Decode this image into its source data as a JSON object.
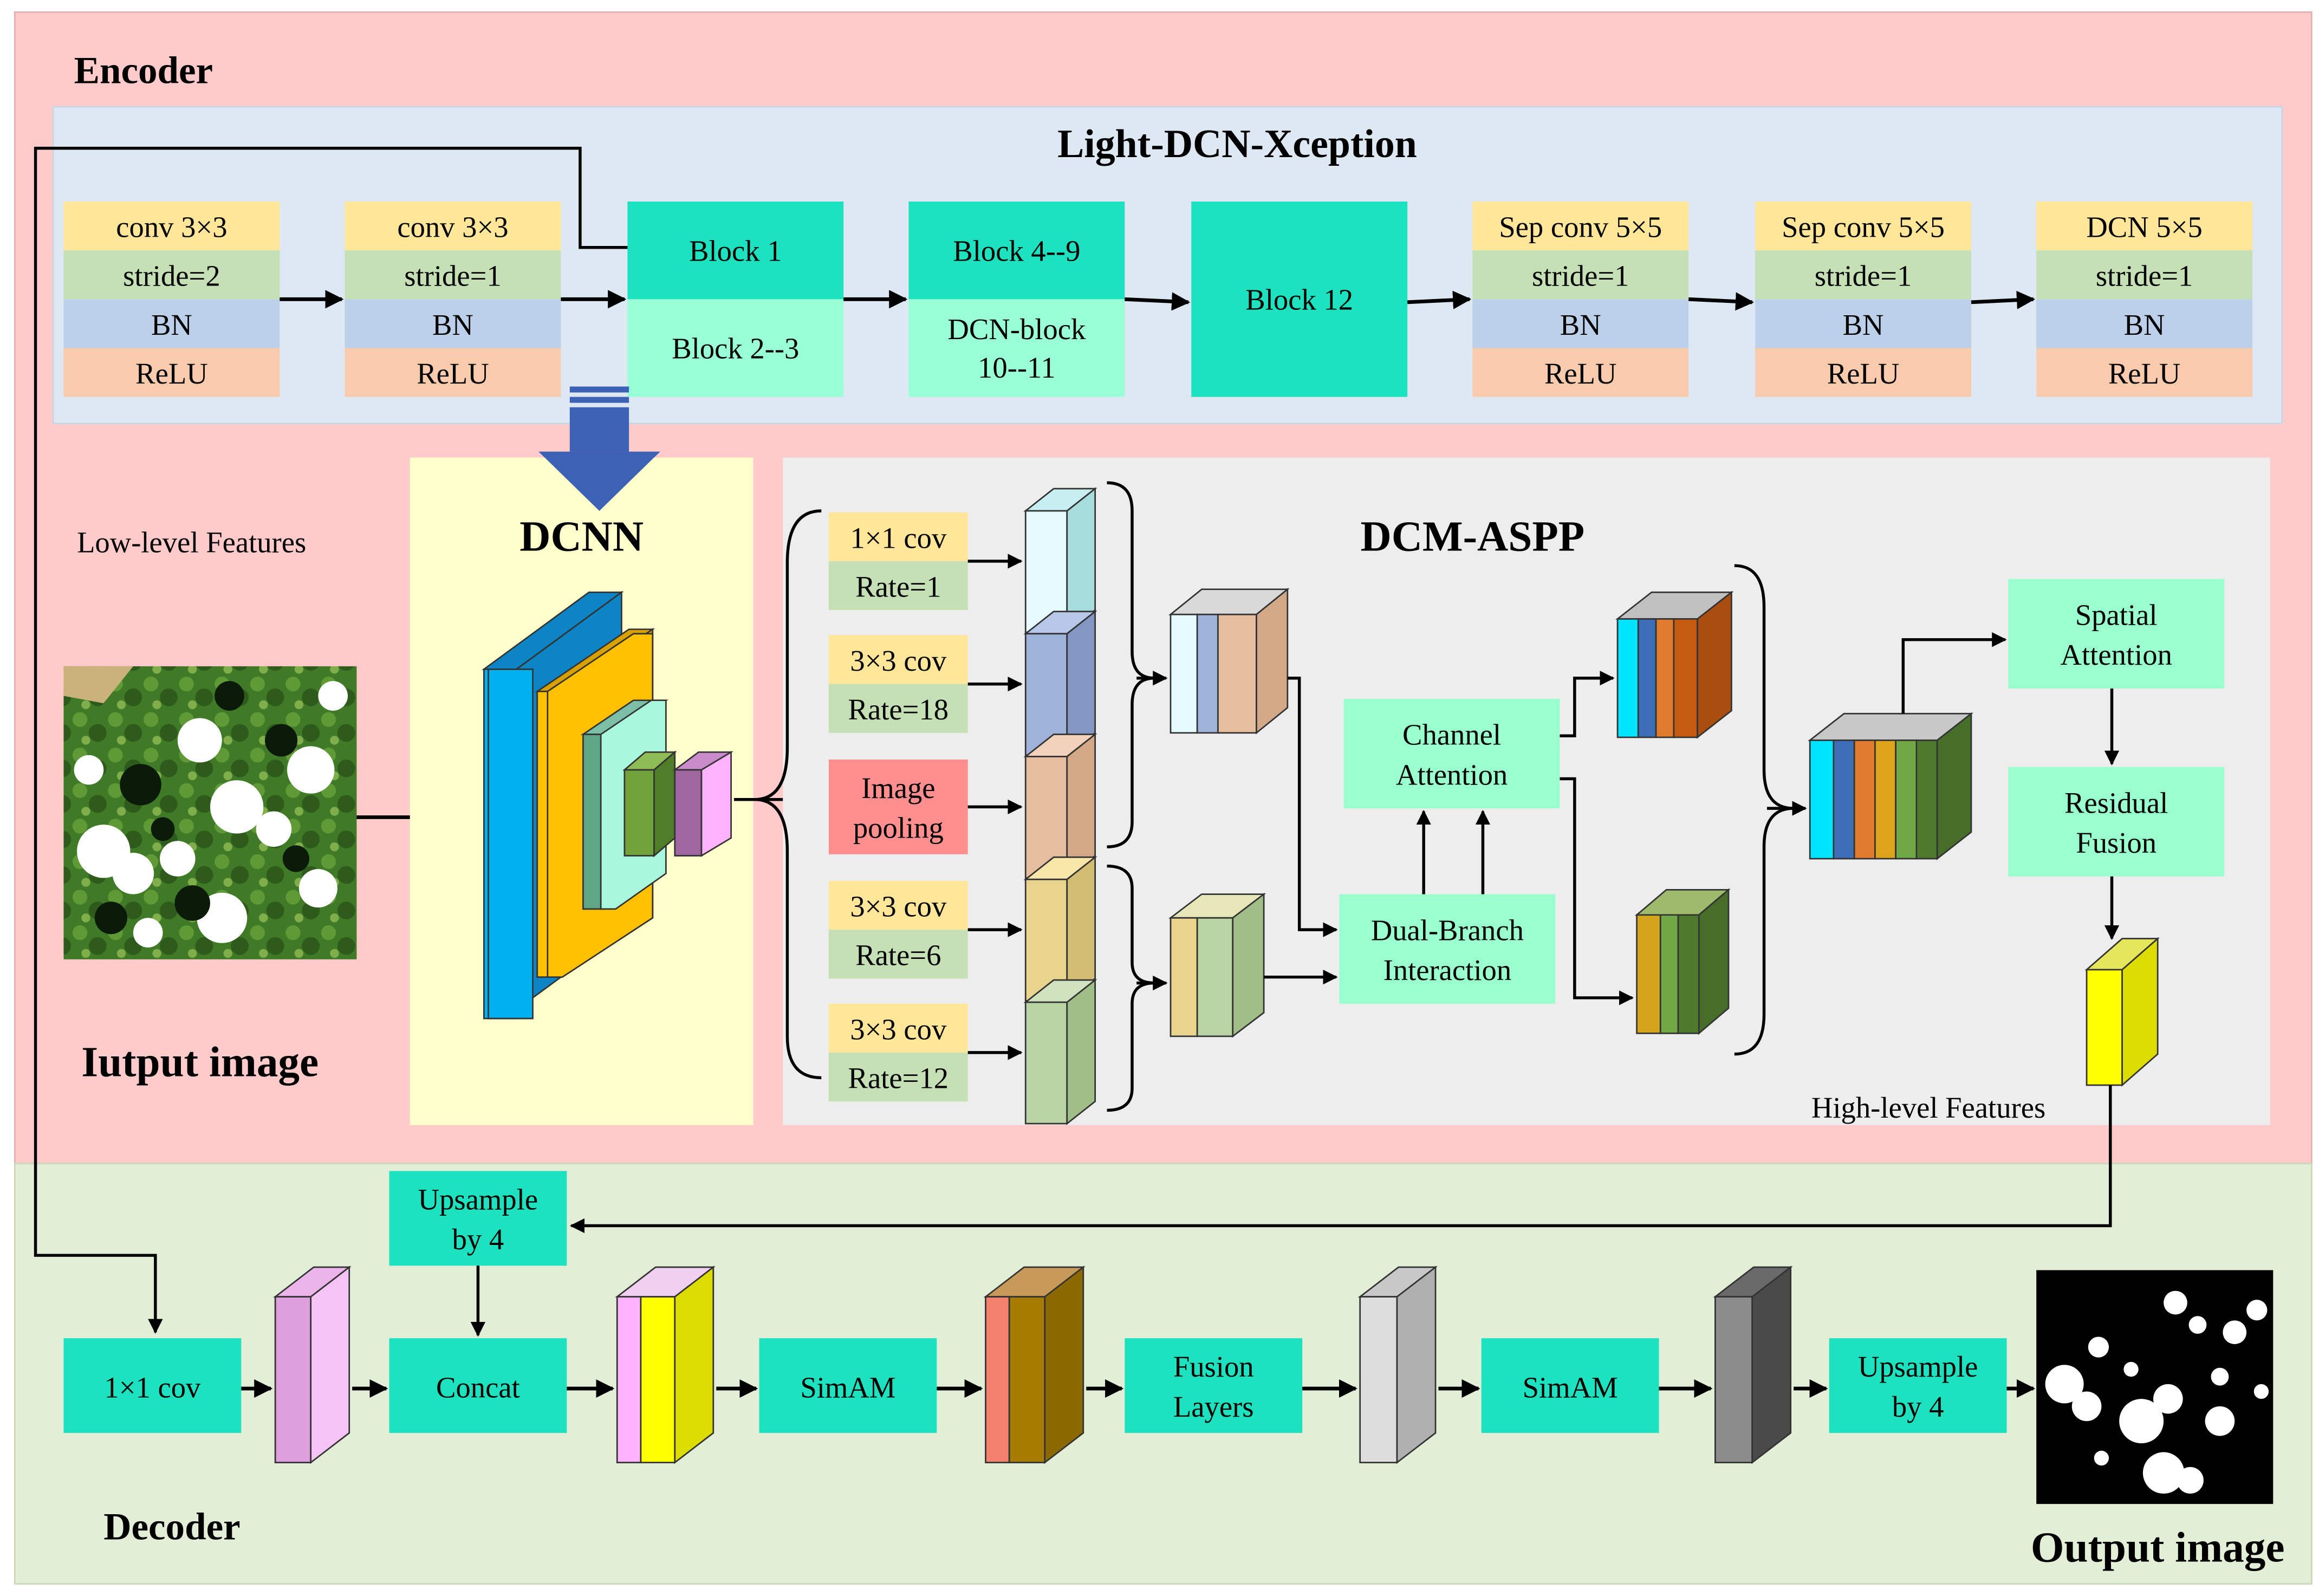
{
  "colors": {
    "encoder_bg": "#FFCACA",
    "decoder_bg": "#E3EED6",
    "xception_bg": "#DDE8F3",
    "dcnn_bg": "#FFFFCC",
    "aspp_bg": "#EDEDED",
    "conv_row": "#FFE699",
    "stride_row": "#C5E0B4",
    "bn_row": "#BDD0E9",
    "relu_row": "#F8CBAD",
    "teal": "#1DE2BF",
    "mint": "#99FFD6",
    "light_mint": "#99FFCC",
    "pink_red": "#FF8F8F",
    "arrow_blue": "#3D62B5"
  },
  "encoder": {
    "title": "Encoder"
  },
  "decoder": {
    "title": "Decoder"
  },
  "xception": {
    "title": "Light-DCN-Xception",
    "stack1": {
      "conv": "conv 3×3",
      "stride": "stride=2",
      "bn": "BN",
      "relu": "ReLU"
    },
    "stack2": {
      "conv": "conv 3×3",
      "stride": "stride=1",
      "bn": "BN",
      "relu": "ReLU"
    },
    "block1": "Block 1",
    "block2_3": "Block 2--3",
    "block4_9": "Block 4--9",
    "dcn_block_l1": "DCN-block",
    "dcn_block_l2": "10--11",
    "block12": "Block 12",
    "stack3": {
      "conv": "Sep conv 5×5",
      "stride": "stride=1",
      "bn": "BN",
      "relu": "ReLU"
    },
    "stack4": {
      "conv": "Sep conv 5×5",
      "stride": "stride=1",
      "bn": "BN",
      "relu": "ReLU"
    },
    "stack5": {
      "conv": "DCN 5×5",
      "stride": "stride=1",
      "bn": "BN",
      "relu": "ReLU"
    }
  },
  "left": {
    "low_level": "Low-level Features",
    "input_caption": "Iutput image"
  },
  "dcnn": {
    "title": "DCNN"
  },
  "aspp": {
    "title": "DCM-ASPP",
    "b1": {
      "a": "1×1 cov",
      "b": "Rate=1"
    },
    "b2": {
      "a": "3×3 cov",
      "b": "Rate=18"
    },
    "pool_l1": "Image",
    "pool_l2": "pooling",
    "b4": {
      "a": "3×3 cov",
      "b": "Rate=6"
    },
    "b5": {
      "a": "3×3 cov",
      "b": "Rate=12"
    },
    "channel_l1": "Channel",
    "channel_l2": "Attention",
    "dual_l1": "Dual-Branch",
    "dual_l2": "Interaction",
    "spatial_l1": "Spatial",
    "spatial_l2": "Attention",
    "residual_l1": "Residual",
    "residual_l2": "Fusion",
    "high_level": "High-level Features"
  },
  "dec": {
    "upsample_top_l1": "Upsample",
    "upsample_top_l2": "by 4",
    "conv1x1": "1×1 cov",
    "concat": "Concat",
    "simam1": "SimAM",
    "fusion_l1": "Fusion",
    "fusion_l2": "Layers",
    "simam2": "SimAM",
    "upsample_l1": "Upsample",
    "upsample_l2": "by 4",
    "output_caption": "Output image"
  }
}
